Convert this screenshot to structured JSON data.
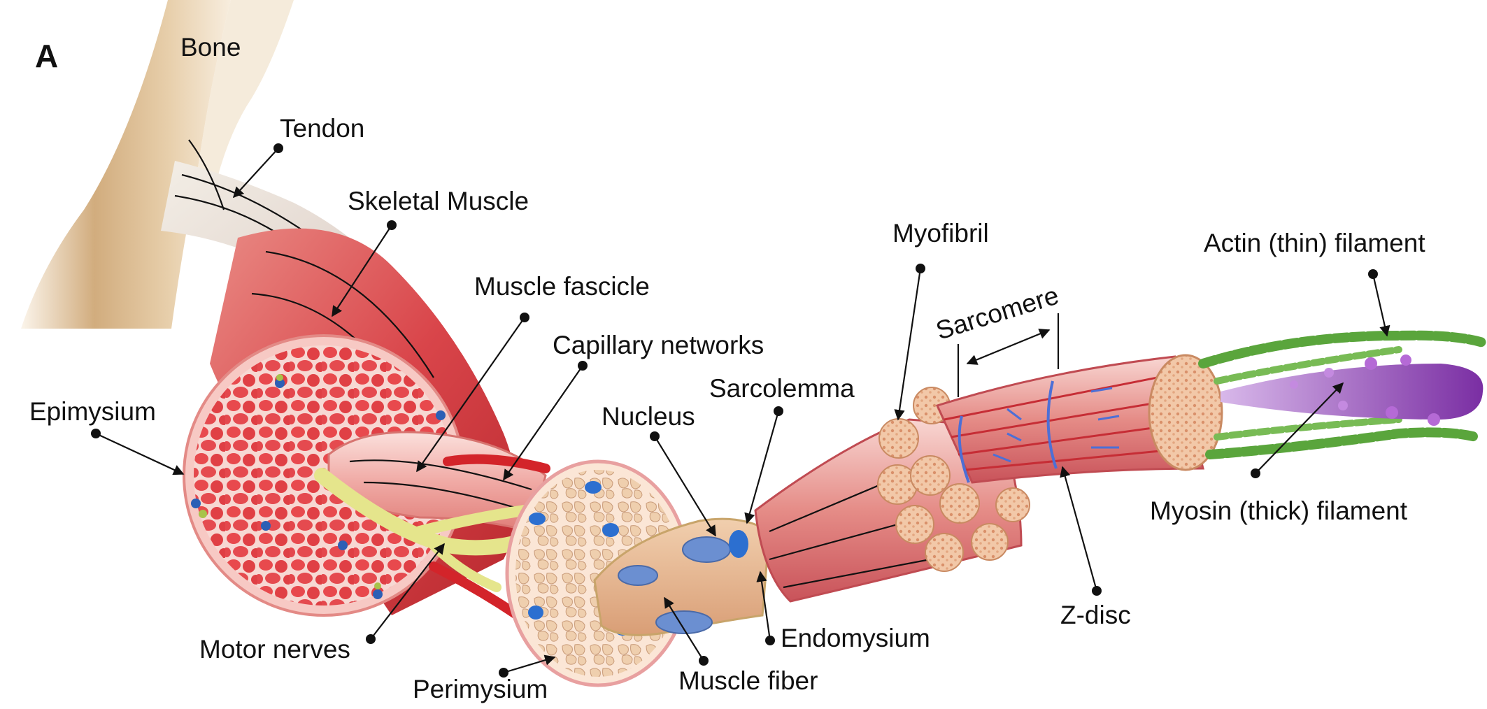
{
  "panel_letter": "A",
  "labels": {
    "bone": "Bone",
    "tendon": "Tendon",
    "skeletal_muscle": "Skeletal Muscle",
    "epimysium": "Epimysium",
    "muscle_fascicle": "Muscle fascicle",
    "capillary_networks": "Capillary networks",
    "nucleus": "Nucleus",
    "sarcolemma": "Sarcolemma",
    "myofibril": "Myofibril",
    "sarcomere": "Sarcomere",
    "actin_filament": "Actin (thin) filament",
    "myosin_filament": "Myosin (thick) filament",
    "z_disc": "Z-disc",
    "endomysium": "Endomysium",
    "muscle_fiber": "Muscle fiber",
    "perimysium": "Perimysium",
    "motor_nerves": "Motor nerves"
  },
  "colors": {
    "bone": "#cfa877",
    "muscle_red": "#d9454a",
    "muscle_dark": "#b8282e",
    "muscle_light": "#f4b7b5",
    "fiber_tan": "#e3b98f",
    "nerve": "#e5e58c",
    "nucleus_blue": "#6b8fd1",
    "z_disc_blue": "#4d6fd6",
    "actin_green": "#5aa53c",
    "myosin_purple": "#8e3fb3"
  }
}
